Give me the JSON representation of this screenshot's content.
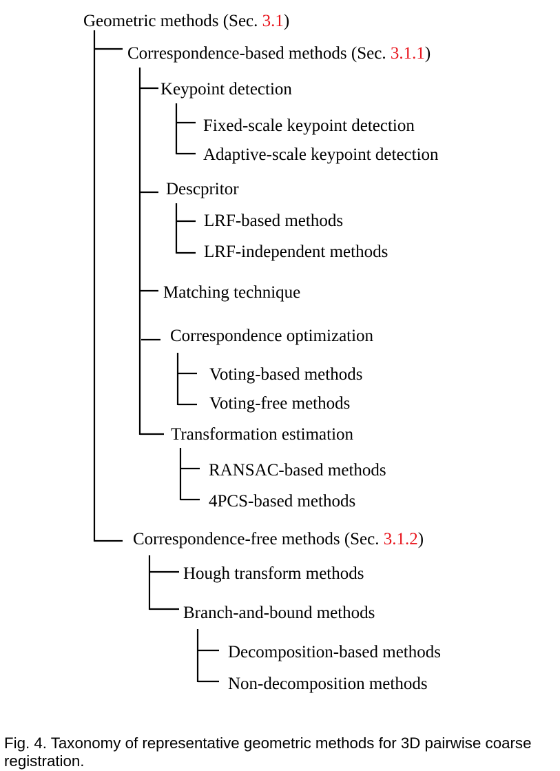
{
  "diagram": {
    "root": {
      "label": "Geometric methods (Sec. ",
      "ref": "3.1",
      "close": ")"
    },
    "correspondence_based": {
      "label": "Correspondence-based methods (Sec. ",
      "ref": "3.1.1",
      "close": ")",
      "keypoint_detection": {
        "label": "Keypoint detection",
        "fixed_scale": "Fixed-scale keypoint detection",
        "adaptive_scale": "Adaptive-scale keypoint detection"
      },
      "descriptor": {
        "label": "Descpritor",
        "lrf_based": "LRF-based methods",
        "lrf_independent": "LRF-independent methods"
      },
      "matching_technique": {
        "label": "Matching technique"
      },
      "correspondence_optimization": {
        "label": "Correspondence optimization",
        "voting_based": "Voting-based methods",
        "voting_free": "Voting-free methods"
      },
      "transformation_estimation": {
        "label": "Transformation estimation",
        "ransac_based": "RANSAC-based methods",
        "fourpcs_based": "4PCS-based methods"
      }
    },
    "correspondence_free": {
      "label": "Correspondence-free methods (Sec. ",
      "ref": "3.1.2",
      "close": ")",
      "hough_transform": {
        "label": "Hough transform methods"
      },
      "branch_and_bound": {
        "label": "Branch-and-bound methods",
        "decomposition_based": "Decomposition-based methods",
        "non_decomposition": "Non-decomposition methods"
      }
    }
  },
  "caption": "Fig. 4. Taxonomy of representative geometric methods for 3D pairwise coarse registration.",
  "colors": {
    "text": "#000000",
    "reference": "#e8141c",
    "background": "#ffffff"
  }
}
